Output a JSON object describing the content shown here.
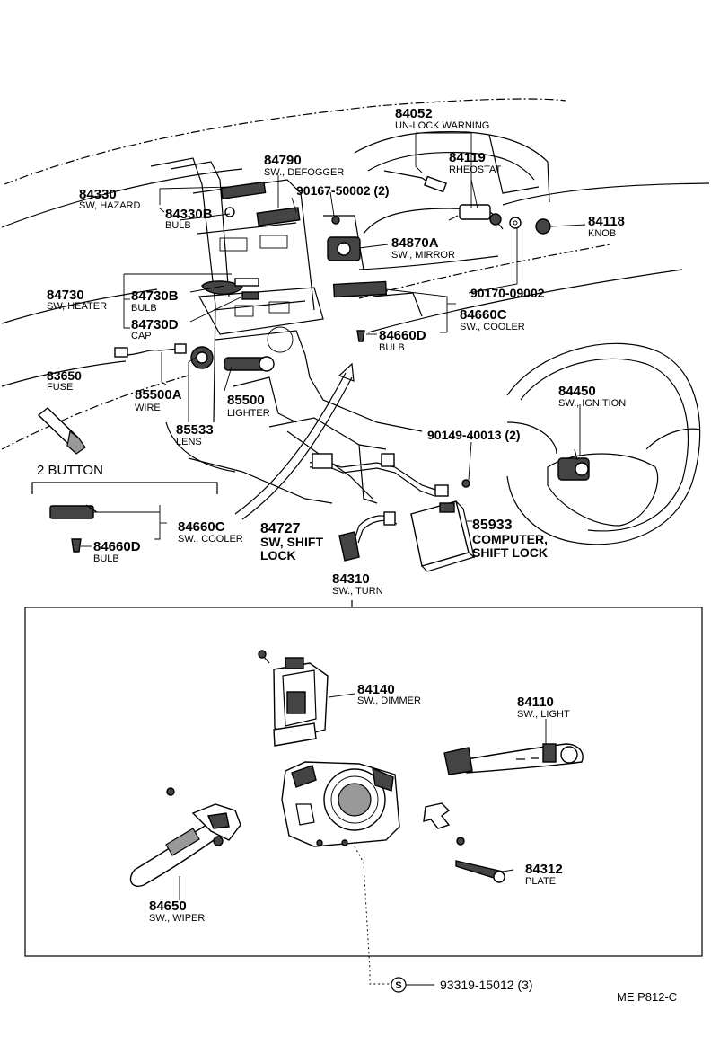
{
  "callouts": {
    "c84052": {
      "number": "84052",
      "desc": "UN-LOCK WARNING"
    },
    "c84119": {
      "number": "84119",
      "desc": "RHEOSTAT"
    },
    "c84790": {
      "number": "84790",
      "desc": "SW., DEFOGGER"
    },
    "c84330": {
      "number": "84330",
      "desc": "SW, HAZARD"
    },
    "c84330B": {
      "number": "84330B",
      "desc": "BULB"
    },
    "c90167": {
      "number": "90167-50002 (2)"
    },
    "c84118": {
      "number": "84118",
      "desc": "KNOB"
    },
    "c84870A": {
      "number": "84870A",
      "desc": "SW., MIRROR"
    },
    "c84730": {
      "number": "84730",
      "desc": "SW, HEATER"
    },
    "c84730B": {
      "number": "84730B",
      "desc": "BULB"
    },
    "c84730D": {
      "number": "84730D",
      "desc": "CAP"
    },
    "c90170": {
      "number": "90170-09002"
    },
    "c84660C_top": {
      "number": "84660C",
      "desc": "SW., COOLER"
    },
    "c84660D_top": {
      "number": "84660D",
      "desc": "BULB"
    },
    "c83650": {
      "number": "83650",
      "desc": "FUSE"
    },
    "c85500A": {
      "number": "85500A",
      "desc": "WIRE"
    },
    "c85500": {
      "number": "85500",
      "desc": "LIGHTER"
    },
    "c85533": {
      "number": "85533",
      "desc": "LENS"
    },
    "c84450": {
      "number": "84450",
      "desc": "SW., IGNITION"
    },
    "c90149": {
      "number": "90149-40013 (2)"
    },
    "two_button": {
      "label": "2 BUTTON"
    },
    "c84660C_bot": {
      "number": "84660C",
      "desc": "SW., COOLER"
    },
    "c84660D_bot": {
      "number": "84660D",
      "desc": "BULB"
    },
    "c84727": {
      "number": "84727",
      "desc1": "SW, SHIFT",
      "desc2": "LOCK"
    },
    "c85933": {
      "number": "85933",
      "desc1": "COMPUTER,",
      "desc2": "SHIFT LOCK"
    },
    "c84310": {
      "number": "84310",
      "desc": "SW., TURN"
    },
    "c84140": {
      "number": "84140",
      "desc": "SW., DIMMER"
    },
    "c84110": {
      "number": "84110",
      "desc": "SW., LIGHT"
    },
    "c84312": {
      "number": "84312",
      "desc": "PLATE"
    },
    "c84650": {
      "number": "84650",
      "desc": "SW., WIPER"
    },
    "c93319": {
      "symbol": "S",
      "number": "93319-15012 (3)"
    }
  },
  "page_code": "ME P812-C"
}
